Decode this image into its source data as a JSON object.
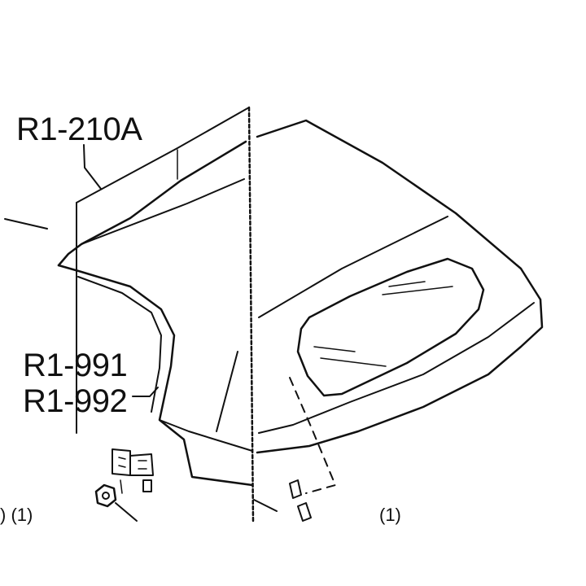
{
  "labels": {
    "part_top": "R1-210A",
    "part_mid_1": "R1-991",
    "part_mid_2": "R1-992",
    "ref_left": ") (1)",
    "ref_right": "(1)"
  },
  "colors": {
    "line": "#111111",
    "background": "#ffffff"
  }
}
